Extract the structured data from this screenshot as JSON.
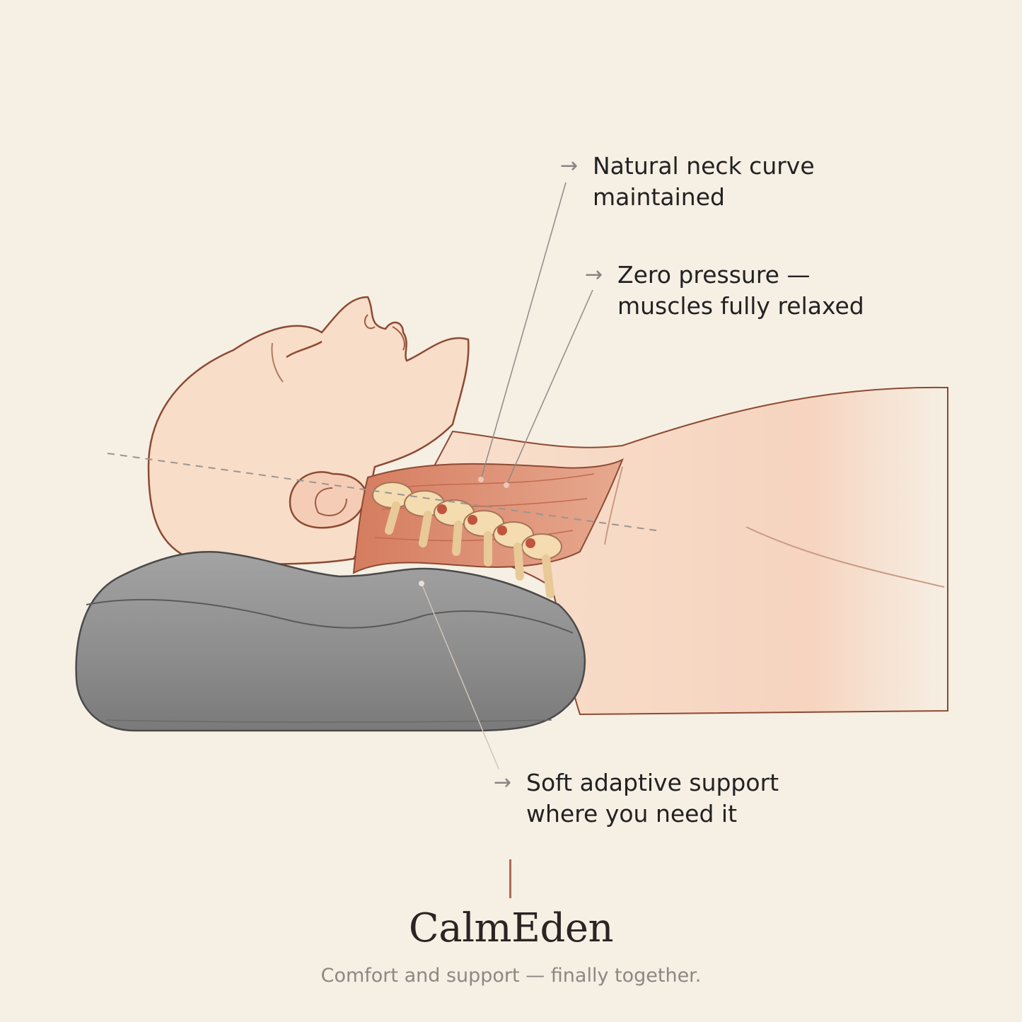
{
  "callouts": {
    "neck_curve": {
      "line1": "Natural neck curve",
      "line2": "maintained",
      "arrow": "→"
    },
    "zero_pressure": {
      "line1": "Zero pressure —",
      "line2": "muscles fully relaxed",
      "arrow": "→"
    },
    "soft_support": {
      "line1": "Soft adaptive support",
      "line2": "where you need it",
      "arrow": "→"
    }
  },
  "brand": {
    "name": "CalmEden",
    "tagline": "Comfort and support — finally together."
  },
  "colors": {
    "background": "#f6efe4",
    "skin": "#f6d5c1",
    "outline": "#8c4a33",
    "pillow": "#8e8e8e",
    "muscle": "#d8876a",
    "bone": "#f4dcb0",
    "accent": "#b36a4f"
  }
}
